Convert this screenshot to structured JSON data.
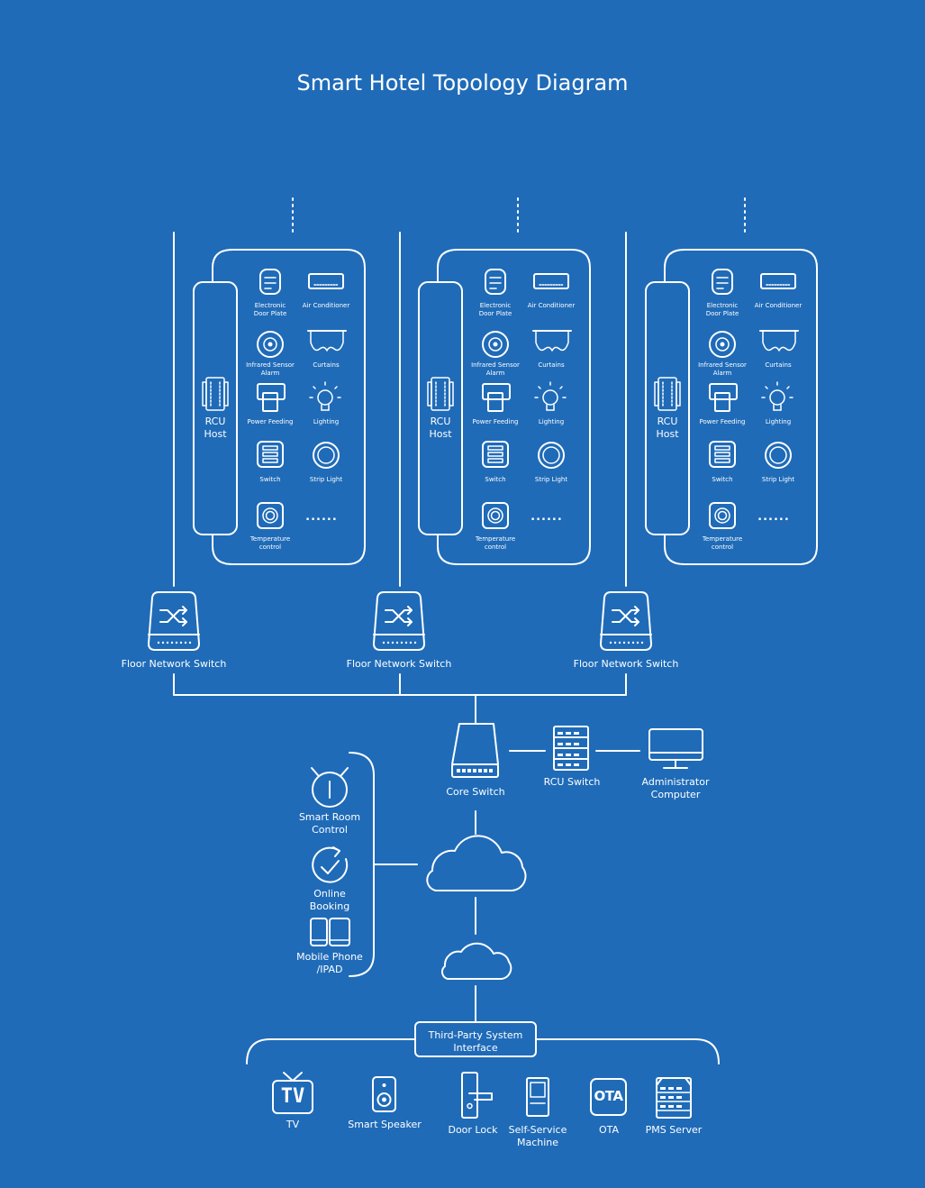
{
  "title": "Smart Hotel Topology Diagram",
  "room": {
    "rcu_host": "RCU\nHost",
    "devices": {
      "electronic_door_plate": "Electronic\nDoor Plate",
      "air_conditioner": "Air Conditioner",
      "infrared_sensor_alarm": "Infrared Sensor\nAlarm",
      "curtains": "Curtains",
      "power_feeding": "Power Feeding",
      "lighting": "Lighting",
      "switch": "Switch",
      "strip_light": "Strip Light",
      "temperature_control": "Temperature\ncontrol",
      "more": "......"
    }
  },
  "floor_switch": "Floor Network Switch",
  "core_switch": "Core Switch",
  "rcu_switch": "RCU Switch",
  "admin_computer": "Administrator\nComputer",
  "apps": {
    "smart_room_control": "Smart Room\nControl",
    "online_booking": "Online\nBooking",
    "mobile_phone": "Mobile Phone\n/IPAD"
  },
  "third_party": "Third-Party System\nInterface",
  "endpoints": {
    "tv_icon": "TV",
    "tv": "TV",
    "smart_speaker": "Smart Speaker",
    "door_lock": "Door Lock",
    "self_service_machine": "Self-Service\nMachine",
    "ota_icon": "OTA",
    "ota": "OTA",
    "pms_server": "PMS Server"
  },
  "colors": {
    "background": "#1f6bb8",
    "line": "#ffffff"
  }
}
